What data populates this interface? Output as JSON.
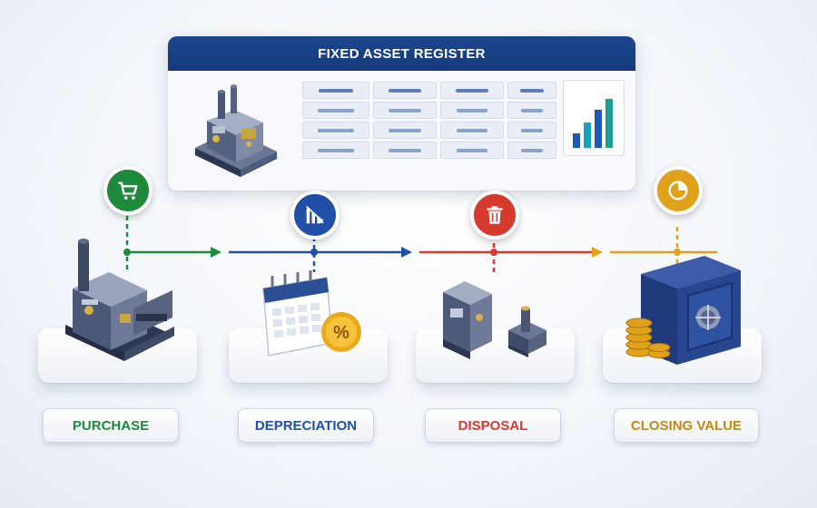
{
  "register": {
    "title": "FIXED ASSET REGISTER"
  },
  "stages": [
    {
      "label": "PURCHASE",
      "icon": "cart-icon",
      "color": "#1e8a3c"
    },
    {
      "label": "DEPRECIATION",
      "icon": "declining-chart-icon",
      "color": "#1f4fa6"
    },
    {
      "label": "DISPOSAL",
      "icon": "trash-icon",
      "color": "#d63a2f"
    },
    {
      "label": "CLOSING VALUE",
      "icon": "pie-chart-icon",
      "color": "#e0a21a"
    }
  ],
  "colors": {
    "header": "#1d4690",
    "bars": [
      "#1f57b5",
      "#1aa1c2",
      "#1f57b5",
      "#1ea18f"
    ]
  }
}
